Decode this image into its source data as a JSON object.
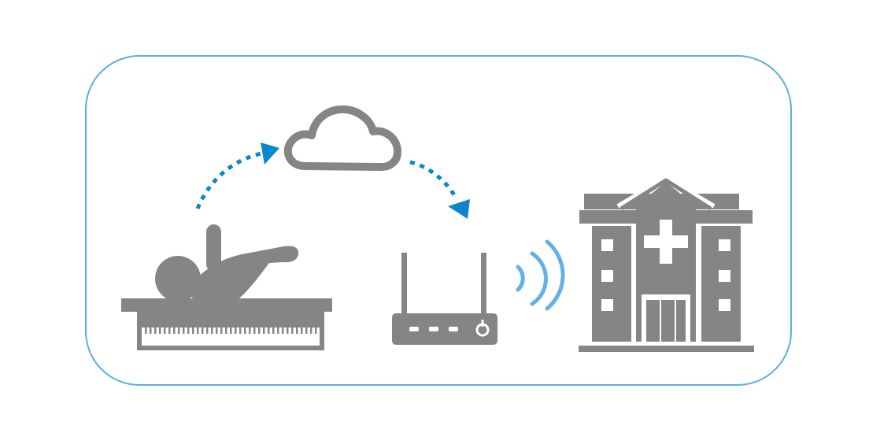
{
  "diagram": {
    "nodes": [
      {
        "id": "infant-mattress",
        "icon": "infant-on-sensor-mattress-icon"
      },
      {
        "id": "cloud",
        "icon": "cloud-icon"
      },
      {
        "id": "router",
        "icon": "wifi-router-icon"
      },
      {
        "id": "hospital",
        "icon": "hospital-icon"
      }
    ],
    "connections": [
      {
        "from": "infant-mattress",
        "to": "cloud",
        "style": "dotted-arrow"
      },
      {
        "from": "cloud",
        "to": "router",
        "style": "dotted-arrow"
      },
      {
        "from": "router",
        "to": "hospital",
        "style": "wireless-signal"
      }
    ]
  },
  "colors": {
    "frame": "#5aaee3",
    "icon": "#858585",
    "arrow": "#0a86cf",
    "signal": "#63b0e6",
    "background": "#ffffff"
  }
}
